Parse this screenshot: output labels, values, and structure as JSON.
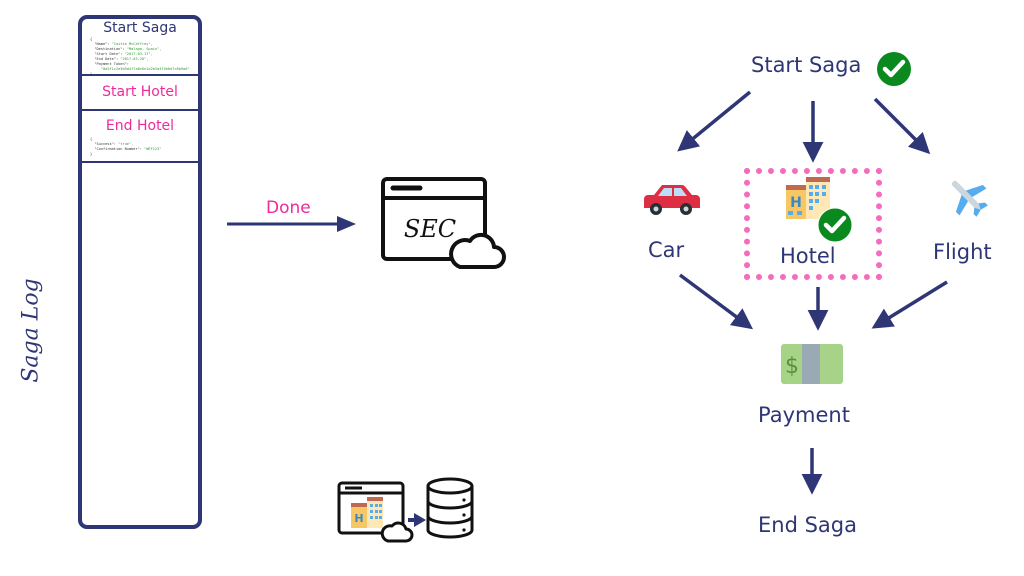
{
  "saga_log": {
    "label": "Saga Log",
    "entries": [
      {
        "title": "Start Saga",
        "title_color": "navy",
        "json_lines": [
          {
            "key": "{",
            "value": ""
          },
          {
            "key": "  \"Name\": ",
            "value": "\"Caitie McCaffrey\","
          },
          {
            "key": "  \"Destination\": ",
            "value": "\"Malaga, Spain\","
          },
          {
            "key": "  \"Start Date\": ",
            "value": "\"2017-03-17\","
          },
          {
            "key": "  \"End Date\": ",
            "value": "\"2017-03-20\","
          },
          {
            "key": "  \"Payment Token\":",
            "value": ""
          },
          {
            "key": "     ",
            "value": "\"0a5f1c2e3b9d4f7a8c6e1d2b3a4f5e6d7c8b9a0\""
          },
          {
            "key": "}",
            "value": ""
          }
        ]
      },
      {
        "title": "Start Hotel",
        "title_color": "pink",
        "json_lines": []
      },
      {
        "title": "End Hotel",
        "title_color": "pink",
        "json_lines": [
          {
            "key": "{",
            "value": ""
          },
          {
            "key": "  \"Success\": ",
            "value": "\"true\","
          },
          {
            "key": "  \"Confirmation Number\": ",
            "value": "\"WEF123\""
          },
          {
            "key": "}",
            "value": ""
          }
        ]
      }
    ]
  },
  "middle": {
    "done_label": "Done",
    "sec_label": "SEC",
    "sec_icon": "browser-window-cloud-icon",
    "service_icon": "hotel-service-to-database-icon"
  },
  "flow": {
    "start": {
      "label": "Start Saga",
      "status": "completed"
    },
    "steps": [
      {
        "label": "Car",
        "icon": "car-icon"
      },
      {
        "label": "Hotel",
        "icon": "hotel-icon",
        "status": "completed",
        "highlighted": true
      },
      {
        "label": "Flight",
        "icon": "airplane-icon"
      }
    ],
    "payment": {
      "label": "Payment",
      "icon": "money-icon"
    },
    "end": {
      "label": "End Saga"
    }
  },
  "colors": {
    "navy": "#2e3675",
    "pink": "#ee2a9b",
    "highlight_dots": "#f46bbf",
    "check_green": "#0a8a1e"
  }
}
